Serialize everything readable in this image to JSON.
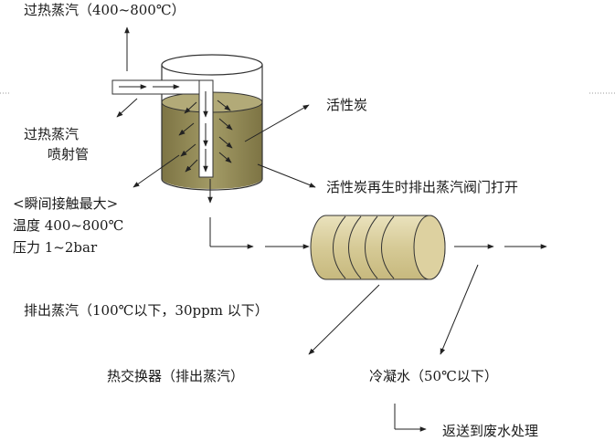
{
  "labels": {
    "superheated_steam_top": "过热蒸汽（400~800℃）",
    "activated_carbon": "活性炭",
    "nozzle_line1": "过热蒸汽",
    "nozzle_line2": "喷射管",
    "valve_open": "活性炭再生时排出蒸汽阀门打开",
    "contact_title": "<瞬间接触最大>",
    "temperature": "温度 400~800℃",
    "pressure": "压力 1~2bar",
    "exhaust_steam": "排出蒸汽（100℃以下，30ppm 以下）",
    "heat_exchanger": "热交换器（排出蒸汽）",
    "condensate": "冷凝水（50℃以下）",
    "return_wastewater": "返送到废水处理"
  },
  "colors": {
    "carbon_fill": "#8f8652",
    "carbon_fill_light": "#a39b66",
    "exchanger_fill": "#d9cd9c",
    "exchanger_edge": "#e8dfb8",
    "line": "#222222"
  }
}
